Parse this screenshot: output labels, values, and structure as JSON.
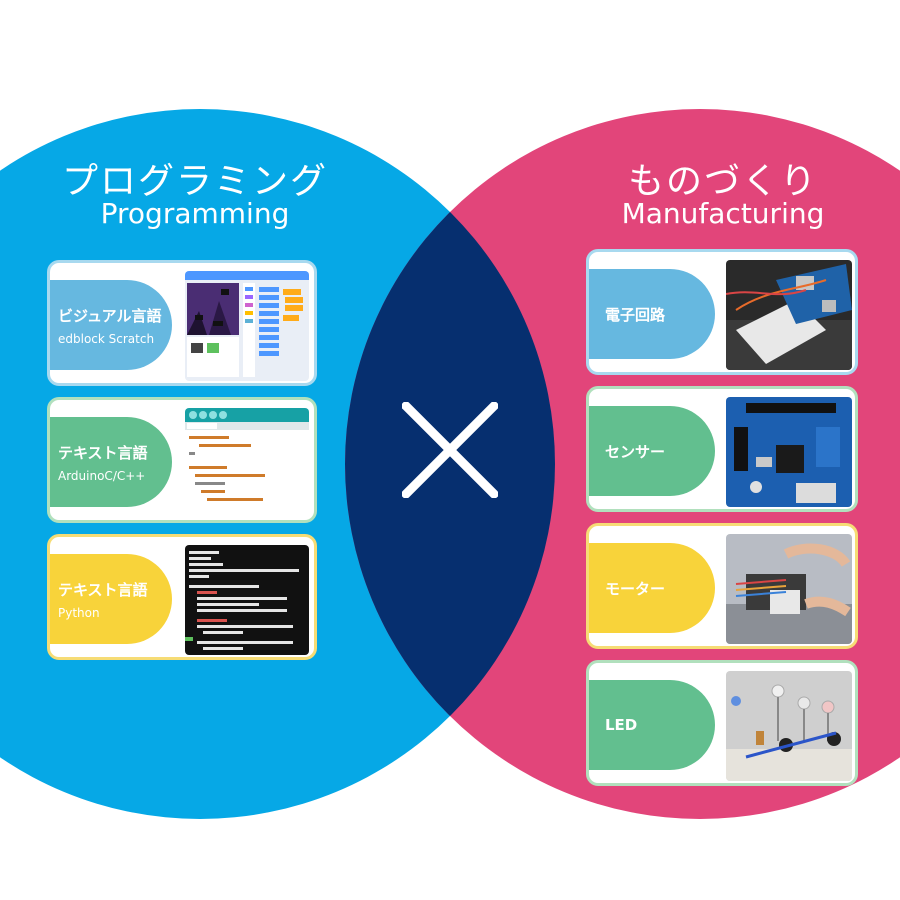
{
  "colors": {
    "programming": "#06a8e6",
    "manufacturing": "#e2457a",
    "overlap": "#062f6f",
    "green": "#62bf8f",
    "yellow": "#f8d33a",
    "light_blue": "#66b8e0",
    "card_border_blue": "#a8d9ef",
    "card_border_yellow": "#f6dc75",
    "card_border_green": "#b1e0bd"
  },
  "left": {
    "title_jp": "プログラミング",
    "title_en": "Programming",
    "items": [
      {
        "label": "ビジュアル言語",
        "sub": "edblock Scratch",
        "thumb_icon": "scratch-editor-screenshot"
      },
      {
        "label": "テキスト言語",
        "sub": "ArduinoC/C++",
        "thumb_icon": "arduino-ide-screenshot"
      },
      {
        "label": "テキスト言語",
        "sub": "Python",
        "thumb_icon": "python-terminal-screenshot"
      }
    ]
  },
  "right": {
    "title_jp": "ものづくり",
    "title_en": "Manufacturing",
    "items": [
      {
        "label": "電子回路",
        "thumb_icon": "arduino-breadboard-photo"
      },
      {
        "label": "センサー",
        "thumb_icon": "sensor-board-photo"
      },
      {
        "label": "モーター",
        "thumb_icon": "motor-robot-photo"
      },
      {
        "label": "LED",
        "thumb_icon": "led-circuit-photo"
      }
    ]
  },
  "center": {
    "symbol_icon": "multiply-cross-icon"
  }
}
